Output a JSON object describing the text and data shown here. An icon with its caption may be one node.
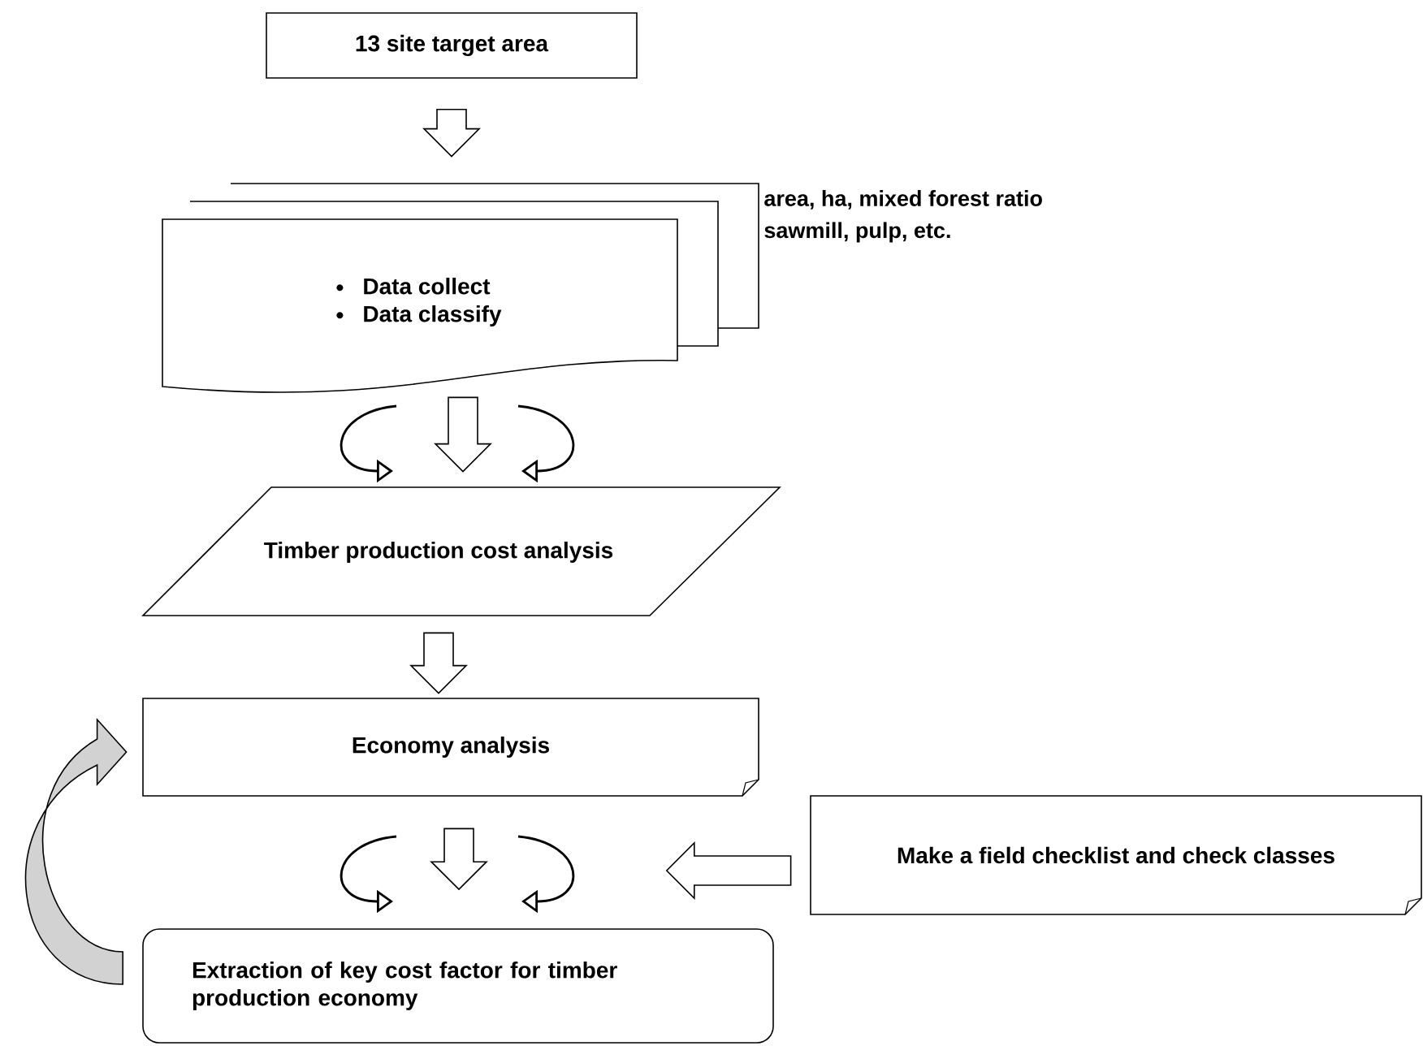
{
  "diagram": {
    "nodes": [
      {
        "text": [
          "13 site target area"
        ]
      },
      {
        "text": [
          "Data collect",
          "Data classify"
        ],
        "beside": [
          "area, ha, mixed forest ratio",
          "sawmill, pulp, etc."
        ]
      },
      {
        "text": [
          "Timber production cost analysis"
        ]
      },
      {
        "text": [
          "Economy analysis"
        ]
      },
      {
        "text": [
          "Make a field checklist and check classes"
        ]
      },
      {
        "text": [
          "Extraction of key cost factor for timber production economy"
        ]
      }
    ],
    "edges": [
      {
        "from": 0,
        "to": 1,
        "arrow": "to"
      },
      {
        "from": 1,
        "to": 2,
        "arrow": "to"
      },
      {
        "from": 2,
        "to": 3,
        "arrow": "to"
      },
      {
        "from": 3,
        "to": 5,
        "arrow": "to"
      },
      {
        "from": 4,
        "to": 5,
        "arrow": "to"
      },
      {
        "from": 5,
        "to": 3,
        "arrow": "to"
      }
    ]
  }
}
